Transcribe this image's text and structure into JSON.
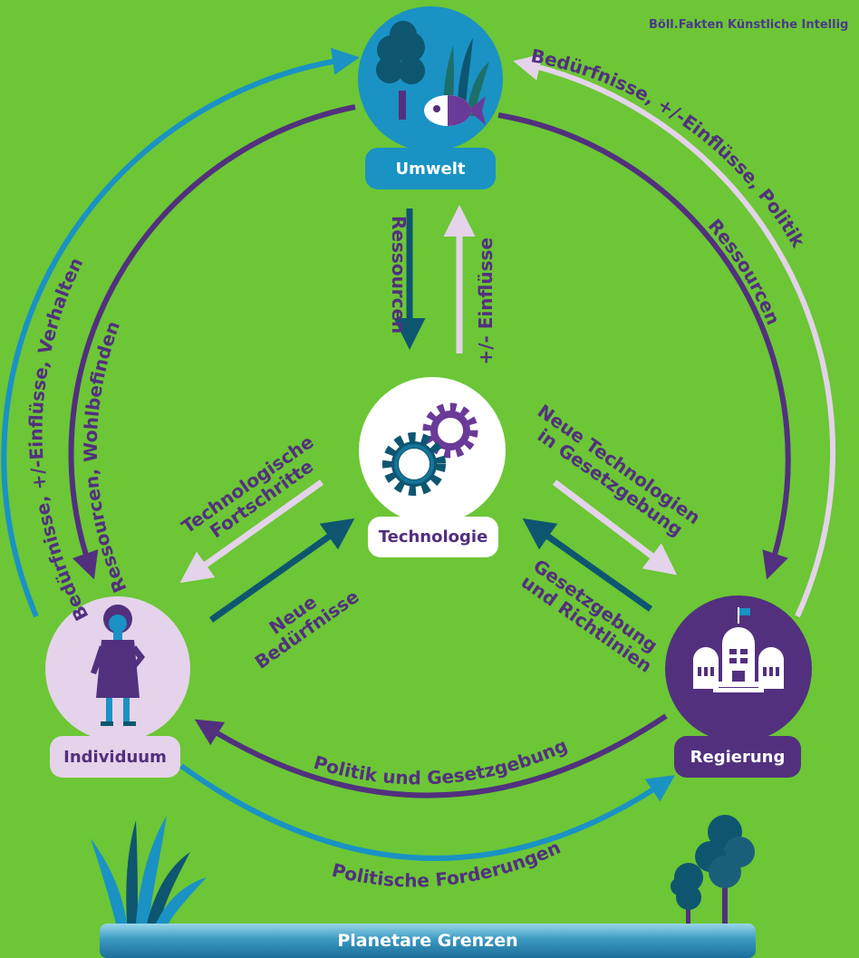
{
  "credit": "Böll.Fakten Künstliche Intellig",
  "colors": {
    "background": "#6cc636",
    "purple": "#52307e",
    "blue": "#1a92c4",
    "lavender": "#e4d3ea",
    "teal": "#0e5670",
    "white": "#ffffff"
  },
  "nodes": {
    "umwelt": "Umwelt",
    "technologie": "Technologie",
    "individuum": "Individuum",
    "regierung": "Regierung"
  },
  "edges": {
    "individuum_to_umwelt": "Bedürfnisse, +/-Einflüsse, Verhalten",
    "umwelt_to_individuum": "Ressourcen, Wohlbefinden",
    "regierung_to_umwelt": "Bedürfnisse, +/-Einflüsse, Politik",
    "umwelt_to_regierung": "Ressourcen",
    "umwelt_to_technologie": "Ressourcen",
    "technologie_to_umwelt": "+/- Einflüsse",
    "technologie_to_individuum_line1": "Technologische",
    "technologie_to_individuum_line2": "Fortschritte",
    "individuum_to_technologie_line1": "Neue",
    "individuum_to_technologie_line2": "Bedürfnisse",
    "technologie_to_regierung_line1": "Neue Technologien",
    "technologie_to_regierung_line2": "in Gesetzgebung",
    "regierung_to_technologie_line1": "Gesetzgebung",
    "regierung_to_technologie_line2": "und Richtlinien",
    "regierung_to_individuum": "Politik und Gesetzgebung",
    "individuum_to_regierung": "Politische Forderungen"
  },
  "ground": "Planetare Grenzen",
  "icons": {
    "umwelt": "tree-fish-grass-icon",
    "technologie": "gears-icon",
    "individuum": "person-icon",
    "regierung": "government-building-icon"
  }
}
